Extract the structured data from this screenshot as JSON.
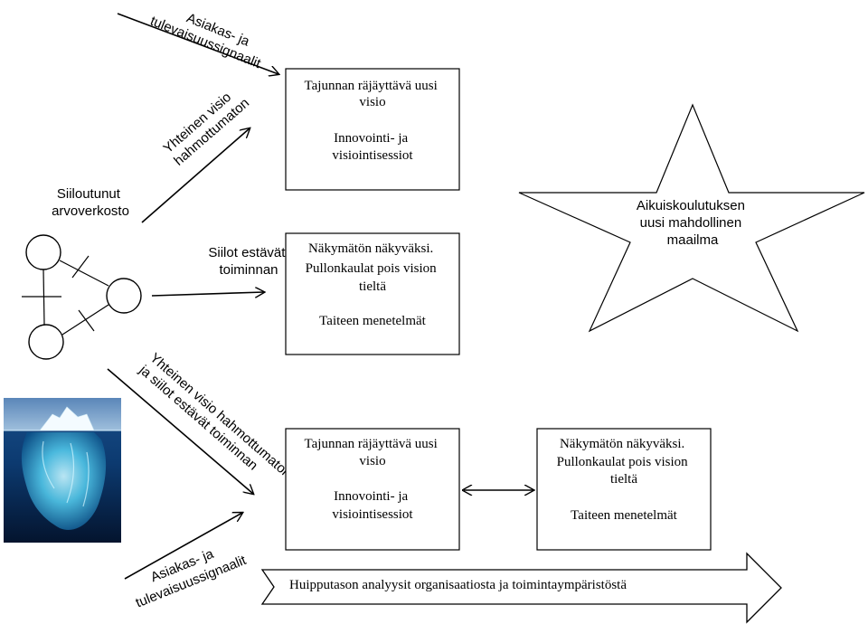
{
  "diagram": {
    "top_left_arrow_label": [
      "Asiakas- ja",
      "tulevaisuussignaalit"
    ],
    "upper_mid_arrow_label": [
      "Yhteinen visio",
      "hahmottumaton"
    ],
    "network_label": [
      "Siiloutunut",
      "arvoverkosto"
    ],
    "silos_arrow_label": [
      "Siilot estävät",
      "toiminnan"
    ],
    "box_top": {
      "line1": [
        "Tajunnan räjäyttävä uusi",
        "visio"
      ],
      "line2": [
        "Innovointi- ja",
        "visiointisessiot"
      ]
    },
    "box_mid": {
      "line1": [
        "Näkymätön näkyväksi.",
        "Pullonkaulat pois vision",
        "tieltä"
      ],
      "line2": [
        "Taiteen menetelmät"
      ]
    },
    "star_label": [
      "Aikuiskoulutuksen",
      "uusi mahdollinen",
      "maailma"
    ],
    "lower_mid_arrow_label": [
      "Yhteinen visio hahmottumaton",
      "ja siilot estävät toiminnan"
    ],
    "box_bottom_left": {
      "line1": [
        "Tajunnan räjäyttävä uusi",
        "visio"
      ],
      "line2": [
        "Innovointi- ja",
        "visiointisessiot"
      ]
    },
    "box_bottom_right": {
      "line1": [
        "Näkymätön näkyväksi.",
        "Pullonkaulat pois vision",
        "tieltä"
      ],
      "line2": [
        "Taiteen menetelmät"
      ]
    },
    "bottom_left_arrow_label": [
      "Asiakas- ja",
      "tulevaisuussignaalit"
    ],
    "big_arrow_label": "Huipputason analyysit organisaatiosta ja toimintaympäristöstä",
    "colors": {
      "line": "#000000",
      "iceberg_deep": "#0a2a55",
      "iceberg_light": "#7fd6f0"
    }
  }
}
